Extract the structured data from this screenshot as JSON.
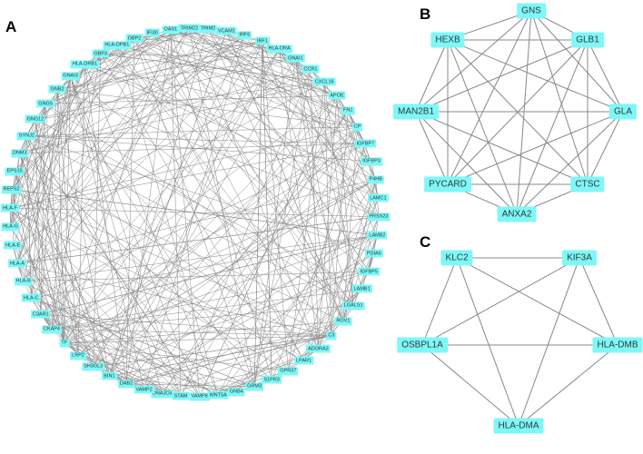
{
  "panel_labels": {
    "a": "A",
    "b": "B",
    "c": "C"
  },
  "colors": {
    "node_fill": "#7ff7f7",
    "edge": "#888888"
  },
  "panel_a": {
    "nodes": [
      "GBP2",
      "IFI30",
      "OAS1",
      "TRIM22",
      "TRIM2",
      "VCAM1",
      "IRF6",
      "IRF1",
      "HLA-DRA",
      "GNAI1",
      "CCR1",
      "CXCL16",
      "APOE",
      "FN1",
      "CP",
      "IGFBP7",
      "IGFBP3",
      "P4HB",
      "LAMC1",
      "PRSS23",
      "LAMB2",
      "PDIA6",
      "IGFBP5",
      "LAMB1",
      "LGALS1",
      "ROV1",
      "C3",
      "ADORA3",
      "LPAR1",
      "GPR37",
      "S1PR3",
      "GRM3",
      "GNB4",
      "WNT5A",
      "VAMP8",
      "STAM",
      "DNAJC6",
      "VAMP2",
      "DAB2",
      "BIN1",
      "SH3GL3",
      "LRP2",
      "TF",
      "CKAP4",
      "C3AR1",
      "HLA-C",
      "HLA-B",
      "HLA-A",
      "HLA-E",
      "HLA-G",
      "HLA-F",
      "REPS2",
      "EPS15",
      "DNM3",
      "SYNJ2",
      "GNG12",
      "GNG5",
      "GNB2",
      "GNAI3",
      "HLA-DRB1",
      "GBP3",
      "HLA-DPB1"
    ]
  },
  "panel_b": {
    "nodes": [
      "GNS",
      "HEXB",
      "GLB1",
      "MAN2B1",
      "GLA",
      "PYCARD",
      "CTSC",
      "ANXA2"
    ],
    "edges": "all-pairs"
  },
  "panel_c": {
    "nodes": [
      "KLC2",
      "KIF3A",
      "OSBPL1A",
      "HLA-DMB",
      "HLA-DMA"
    ],
    "edges": "all-pairs"
  }
}
